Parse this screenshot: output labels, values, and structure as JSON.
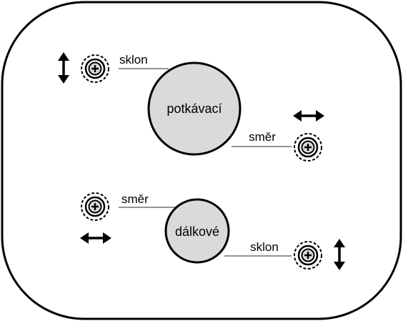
{
  "colors": {
    "outline": "#000000",
    "lamp_fill": "#dadada",
    "background": "#ffffff",
    "leader": "#555555"
  },
  "lamps": {
    "low_beam": {
      "label": "potkávací"
    },
    "high_beam": {
      "label": "dálkové"
    }
  },
  "adjusters": {
    "low_beam_tilt": {
      "label": "sklon",
      "icon": "vertical-arrow-icon"
    },
    "low_beam_direction": {
      "label": "směr",
      "icon": "horizontal-arrow-icon"
    },
    "high_beam_direction": {
      "label": "směr",
      "icon": "horizontal-arrow-icon"
    },
    "high_beam_tilt": {
      "label": "sklon",
      "icon": "vertical-arrow-icon"
    }
  }
}
